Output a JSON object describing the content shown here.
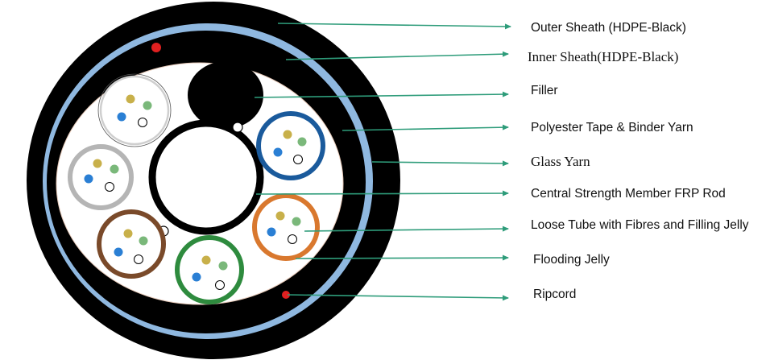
{
  "labels": {
    "outer_sheath": "Outer Sheath (HDPE-Black)",
    "inner_sheath": "Inner Sheath(HDPE-Black)",
    "filler": "Filler",
    "polyester_tape": "Polyester Tape & Binder Yarn",
    "glass_yarn": "Glass Yarn",
    "central_strength": "Central Strength Member FRP Rod",
    "loose_tube": "Loose Tube with Fibres and Filling Jelly",
    "flooding_jelly": "Flooding Jelly",
    "ripcord": "Ripcord"
  },
  "colors": {
    "sheath": "#000000",
    "glass_yarn": "#8fb8e0",
    "leader_line": "#2e9c7a",
    "ripcord": "#e02020",
    "tube_white": "#e6e6e6",
    "tube_grey": "#b5b5b5",
    "tube_blue": "#1a5a9c",
    "tube_orange": "#d9782e",
    "tube_brown": "#7a4a2a",
    "tube_green": "#2e8b3e",
    "fibre_yellow": "#c8b04a",
    "fibre_green": "#7ab87a",
    "fibre_blue": "#2a7fd4",
    "fibre_white": "#ffffff"
  }
}
